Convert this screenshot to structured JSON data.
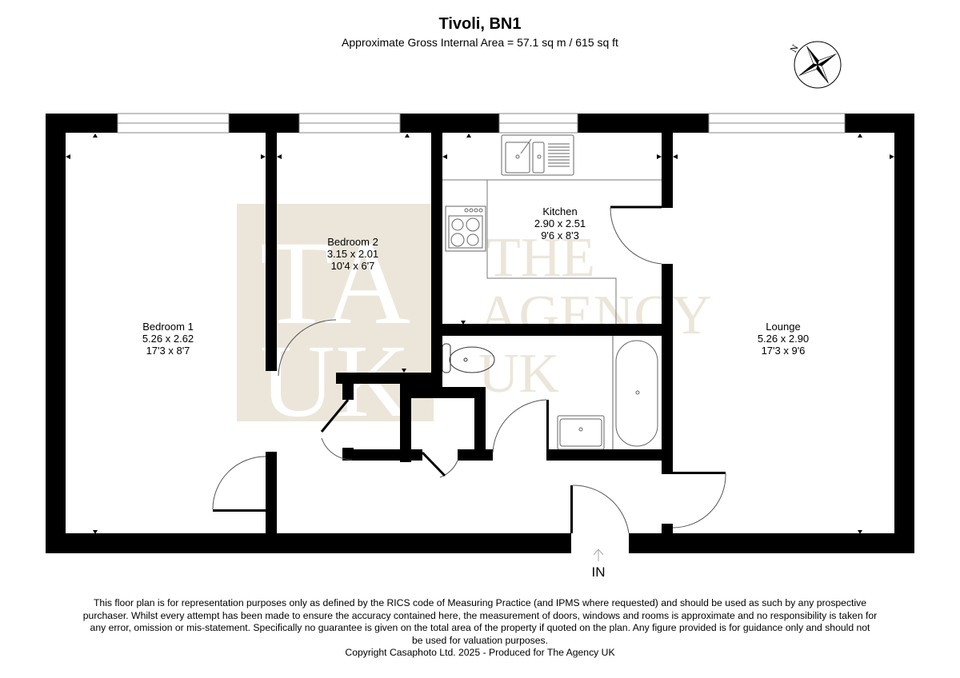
{
  "header": {
    "title": "Tivoli, BN1",
    "subtitle": "Approximate Gross Internal Area = 57.1 sq m / 615 sq ft"
  },
  "compass": {
    "icon": "compass-rose-icon",
    "north_label": "N"
  },
  "rooms": [
    {
      "name": "Bedroom 1",
      "metric": "5.26 x 2.62",
      "imperial": "17'3 x 8'7"
    },
    {
      "name": "Bedroom 2",
      "metric": "3.15 x 2.01",
      "imperial": "10'4 x 6'7"
    },
    {
      "name": "Kitchen",
      "metric": "2.90 x 2.51",
      "imperial": "9'6 x 8'3"
    },
    {
      "name": "Lounge",
      "metric": "5.26 x 2.90",
      "imperial": "17'3 x 9'6"
    }
  ],
  "entrance": {
    "label": "IN"
  },
  "watermark": {
    "logo_line1": "TA",
    "logo_line2": "UK",
    "text_line1": "THE",
    "text_line2": "AGENCY",
    "text_line3": "UK"
  },
  "colors": {
    "wall": "#000000",
    "window_line": "#888888",
    "fixture_line": "#777777",
    "watermark_box": "#ece6da",
    "background": "#ffffff"
  },
  "footer": {
    "lines": [
      "This floor plan is for representation purposes only as defined by the RICS code of Measuring Practice (and IPMS where requested) and should be used as such by any prospective",
      "purchaser. Whilst every attempt has been made to ensure the accuracy contained here, the measurement of doors, windows and rooms is approximate and no responsibility is taken for",
      "any error, omission or mis-statement. Specifically no guarantee is given on the total area of the property if quoted on the plan. Any figure provided is for guidance only and should not",
      "be used for valuation purposes."
    ],
    "copyright": "Copyright Casaphoto Ltd. 2025 - Produced for The Agency UK"
  }
}
